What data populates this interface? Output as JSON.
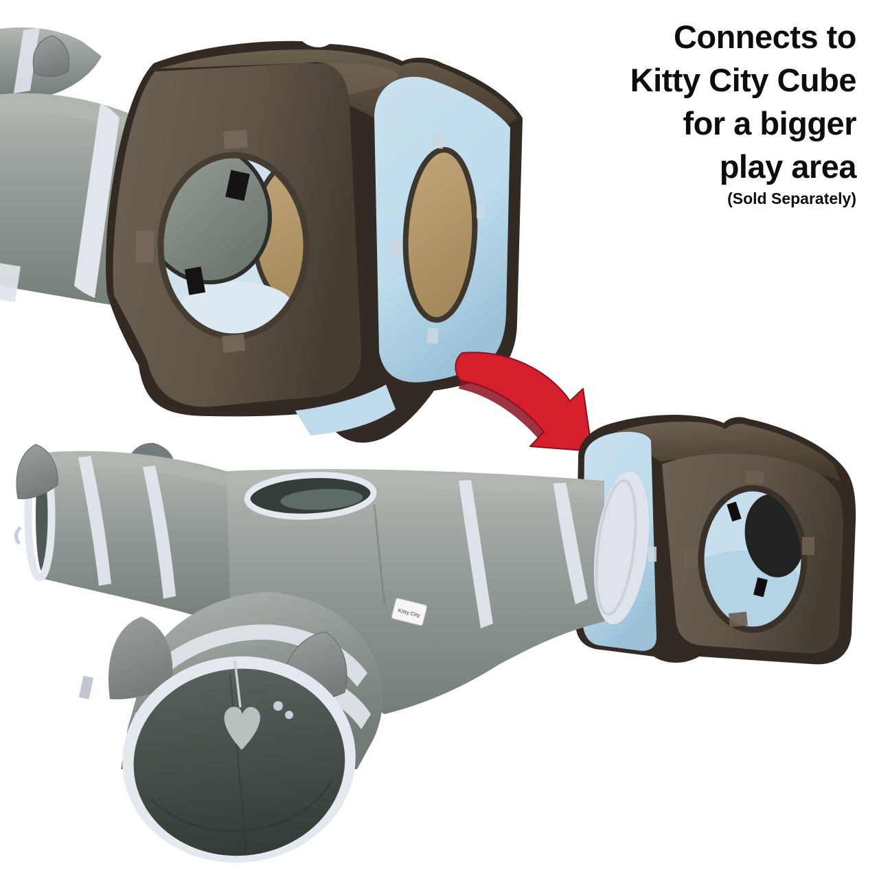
{
  "headline": {
    "lines": [
      "Connects to",
      "Kitty City Cube",
      "for a bigger",
      "play area"
    ],
    "note": "(Sold Separately)",
    "color": "#0d0d0d"
  },
  "brand_tag": {
    "label": "Kitty City"
  },
  "palette": {
    "headline_color": "#0d0d0d",
    "arrow_red": "#d51f2d",
    "arrow_red_dark": "#8c1020",
    "tunnel_gray": "#8f9792",
    "tunnel_gray_light": "#b2b8b2",
    "tunnel_gray_dark": "#6f7873",
    "tunnel_interior": "#3c443f",
    "trim_white": "#e2e6ed",
    "felt_ear_gray": "#8d9392",
    "cube_brown": "#5e564b",
    "cube_brown_dark": "#463d33",
    "cube_top_olive": "#55493a",
    "cube_binding": "#332b23",
    "cube_blue": "#bedcec",
    "inner_panel_tan": "#b59b6c",
    "interior_blue": "#cfe3ef",
    "heart_gray": "#b7c2c0"
  }
}
